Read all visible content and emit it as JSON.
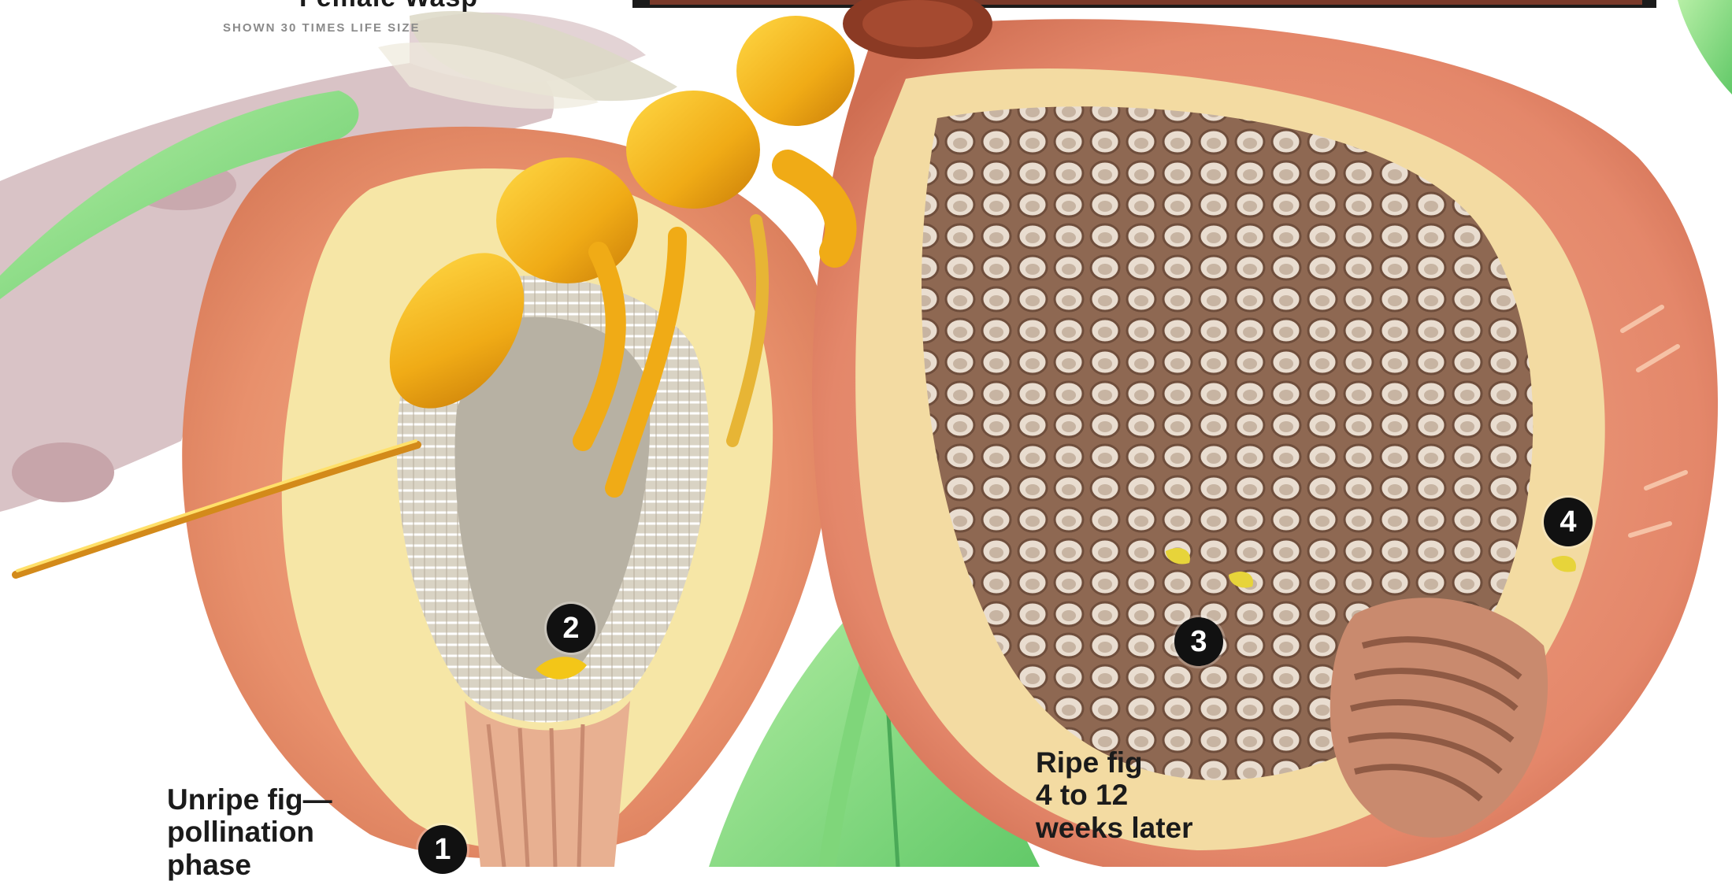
{
  "header": {
    "title": "Female Wasp",
    "subtitle": "SHOWN 30 TIMES LIFE SIZE"
  },
  "labels": {
    "unripe": [
      "Unripe fig—",
      "pollination",
      "phase"
    ],
    "ripe": [
      "Ripe fig",
      "4 to 12",
      "weeks later"
    ]
  },
  "markers": [
    "1",
    "2",
    "3",
    "4"
  ],
  "colors": {
    "fig_skin": "#e89470",
    "fig_flesh": "#f6e6a6",
    "leaf_green": "#7fd67a",
    "wasp_yellow": "#f2b21a",
    "seed_brown": "#8e6852"
  }
}
